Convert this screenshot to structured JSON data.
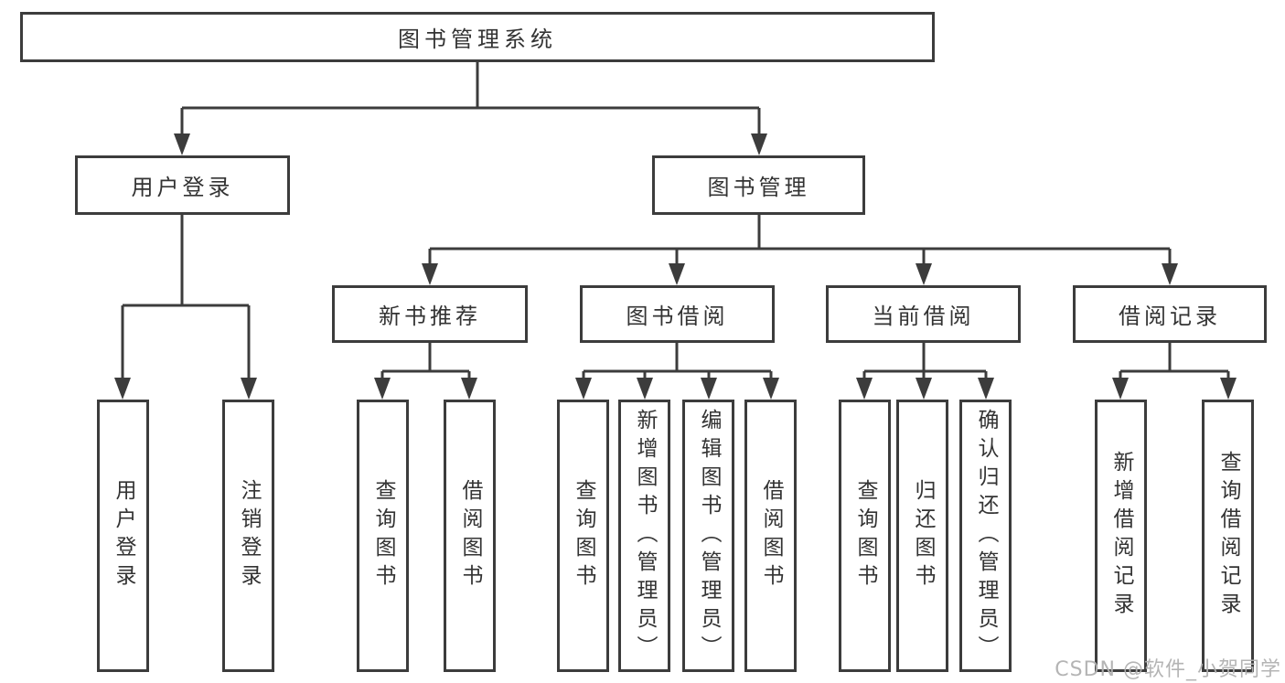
{
  "colors": {
    "line": "#3c3c3c",
    "text": "#333333",
    "watermark": "#b1b1b1",
    "background": "#ffffff"
  },
  "diagram": {
    "root": "图书管理系统",
    "level2": [
      "用户登录",
      "图书管理"
    ],
    "level3": [
      "新书推荐",
      "图书借阅",
      "当前借阅",
      "借阅记录"
    ],
    "leaves": [
      "用户登录",
      "注销登录",
      "查询图书",
      "借阅图书",
      "查询图书",
      "新增图书（管理员）",
      "编辑图书（管理员）",
      "借阅图书",
      "查询图书",
      "归还图书",
      "确认归还（管理员）",
      "新增借阅记录",
      "查询借阅记录"
    ]
  },
  "watermark": {
    "text": "CSDN @软件_小贺同学"
  }
}
